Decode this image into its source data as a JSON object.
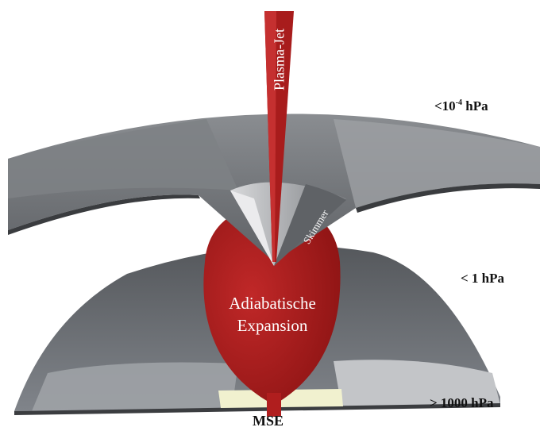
{
  "labels": {
    "plasma_jet": "Plasma-Jet",
    "skimmer": "Skimmer",
    "pressure_top": "<10",
    "pressure_top_exp": "-4",
    "pressure_top_unit": " hPa",
    "pressure_mid": "< 1 hPa",
    "pressure_bottom": "> 1000 hPa",
    "expansion_line1": "Adiabatische",
    "expansion_line2": "Expansion",
    "mse": "MSE"
  },
  "colors": {
    "jet_red": "#b01e1e",
    "plate_gray": "#6f7276",
    "plate_light": "#c9cbcd",
    "chamber_light": "#f1f1cf"
  }
}
